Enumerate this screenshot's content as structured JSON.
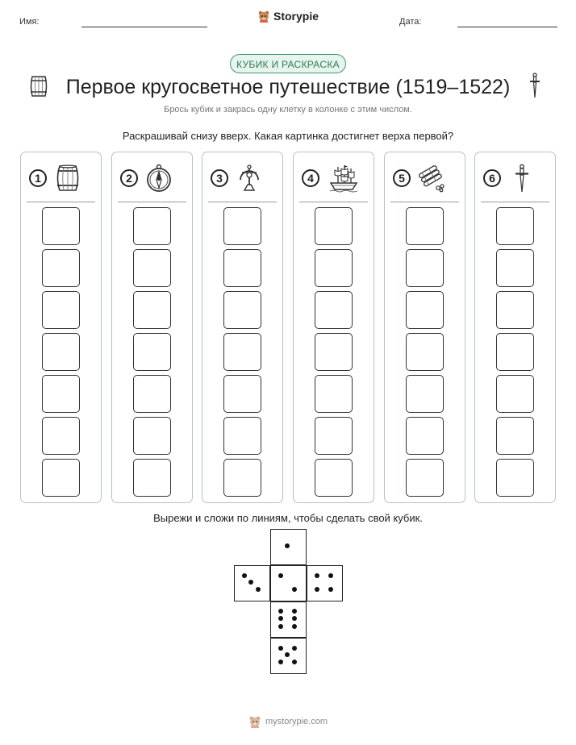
{
  "header": {
    "name_label": "Имя:",
    "date_label": "Дата:",
    "brand": "Storypie"
  },
  "badge": "КУБИК И РАСКРАСКА",
  "title": "Первое кругосветное путешествие (1519–1522)",
  "subtitle": "Брось кубик и закрась одну клетку в колонке с этим числом.",
  "question": "Раскрашивай снизу вверх. Какая картинка достигнет верха первой?",
  "columns": [
    {
      "number": "1",
      "icon": "barrel-icon"
    },
    {
      "number": "2",
      "icon": "compass-icon"
    },
    {
      "number": "3",
      "icon": "astrolabe-icon"
    },
    {
      "number": "4",
      "icon": "ship-icon"
    },
    {
      "number": "5",
      "icon": "ropes-icon"
    },
    {
      "number": "6",
      "icon": "sword-icon"
    }
  ],
  "cells_per_column": 7,
  "cut_instruction": "Вырежи и сложи по линиям, чтобы сделать свой кубик.",
  "dice_faces": [
    1,
    3,
    2,
    4,
    6,
    5
  ],
  "footer": "mystorypie.com"
}
